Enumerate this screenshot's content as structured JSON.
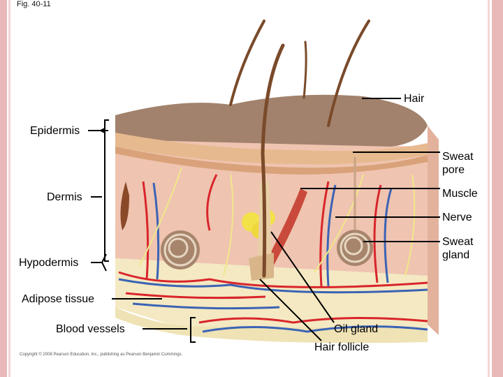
{
  "figure_caption": "Fig. 40-11",
  "labels": {
    "hair": "Hair",
    "epidermis": "Epidermis",
    "sweat_pore": [
      "Sweat",
      "pore"
    ],
    "dermis": "Dermis",
    "muscle": "Muscle",
    "nerve": "Nerve",
    "sweat_gland": [
      "Sweat",
      "gland"
    ],
    "hypodermis": "Hypodermis",
    "adipose_tissue": "Adipose tissue",
    "blood_vessels": "Blood vessels",
    "oil_gland": "Oil gland",
    "hair_follicle": "Hair follicle"
  },
  "copyright": "Copyright © 2008 Pearson Education, Inc., publishing as Pearson Benjamin Cummings.",
  "colors": {
    "frame": "#e9b8b8",
    "epidermis_top": "#a2826c",
    "dermis": "#efc4b0",
    "adipose": "#f4e9c2",
    "artery": "#d9252b",
    "vein": "#3b63b5",
    "nerve": "#f0e88a",
    "hair": "#7a4a2a"
  }
}
